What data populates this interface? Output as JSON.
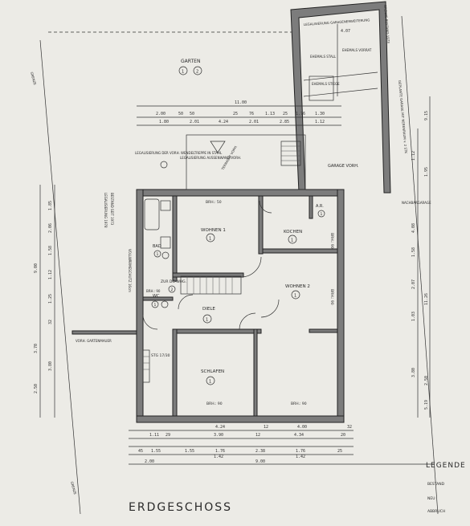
{
  "title": "ERDGESCHOSS",
  "legend": {
    "title": "LEGENDE",
    "items": [
      "BESTAND",
      "NEU",
      "ABBRUCH"
    ]
  },
  "boundary": {
    "left": "GRENZE",
    "bottom": "GRENZE",
    "right_top": "GRENZE BESTAND 1973",
    "right_mid": "GEPLANTE GARAGE MIT NEBENRAUM v. 2 STK"
  },
  "rooms": {
    "garten": {
      "name": "GARTEN",
      "nums": [
        "1",
        "2"
      ]
    },
    "wohnen1": {
      "name": "WOHNEN 1",
      "num": "1",
      "brh": "BRH.: 50"
    },
    "kochen": {
      "name": "KOCHEN",
      "num": "1",
      "brh": "BRH.: 90"
    },
    "wohnen2": {
      "name": "WOHNEN 2",
      "num": "1",
      "brh": "BRH.: 90"
    },
    "diele": {
      "name": "DIELE",
      "num": "1"
    },
    "schlafen": {
      "name": "SCHLAFEN",
      "num": "1",
      "brh1": "BRH.: 90",
      "brh2": "BRH.: 90"
    },
    "bad": {
      "name": "BAD",
      "num": "1"
    },
    "wc": {
      "name": "WC",
      "num": "1",
      "brh": "BRH.: 90"
    },
    "ar": {
      "name": "A.R.",
      "num": "1"
    },
    "treppe": {
      "name": "ZUR DG-WHG.",
      "num": "2"
    },
    "garage": {
      "name": "GARAGE VORH."
    },
    "stg": {
      "name": "STG 17/30"
    }
  },
  "notes": {
    "legalisierung_wendel": "LEGALISIERUNG DER VORH. WENDELTREPPE IN STAHL",
    "legalisierung_aussen": "LEGALISIERUNG AUSSENWAND VORH.",
    "terrasse": "TERRASSE VORH.",
    "garagenerweiterung": "LEGALISIERUNG GARAGENERWEITERUNG",
    "ehem_stall": "EHEMALS STALL",
    "ehem_vorrat": "EHEMALS VORRAT",
    "ehem_stiege": "EHEMALS STIEGE",
    "gartenmauer": "VORH. GARTENMAUER",
    "nachbargarage": "NACHBARGARAGE",
    "legal_left1": "LEGALISIERUNG 1978",
    "legal_left2": "BESTAND SEIT 1973",
    "vollwaermeschutz": "VOLLWÄRMESCHUTZ 16cm"
  },
  "dims": {
    "top1": [
      "2.00",
      "50",
      "50",
      "11.00",
      "25",
      "76",
      "1.13",
      "25",
      "1.76",
      "1.30"
    ],
    "top2": [
      "1.80",
      "2.01",
      "4.24",
      "2.01",
      "2.85",
      "1.12"
    ],
    "garage_w": "4.07",
    "bottom1": [
      "4.24",
      "12",
      "4.00",
      "32"
    ],
    "bottom2": [
      "1.11",
      "29",
      "3.90",
      "12",
      "4.34",
      "20"
    ],
    "bottom3": [
      "45",
      "1.55",
      "1.55",
      "1.76",
      "2.38",
      "1.76",
      "25"
    ],
    "bottom4": [
      "2.00",
      "1.42",
      "9.00",
      "1.42"
    ],
    "left": [
      "9.00",
      "1.85",
      "2.06",
      "1.58",
      "1.12",
      "1.25",
      "32",
      "3.70",
      "3.80",
      "2.50"
    ],
    "right": [
      "1.12",
      "9.15",
      "1.58",
      "2.07",
      "11.26",
      "1.03",
      "2.50",
      "3.80",
      "4.08",
      "1.95",
      "5.19"
    ]
  }
}
